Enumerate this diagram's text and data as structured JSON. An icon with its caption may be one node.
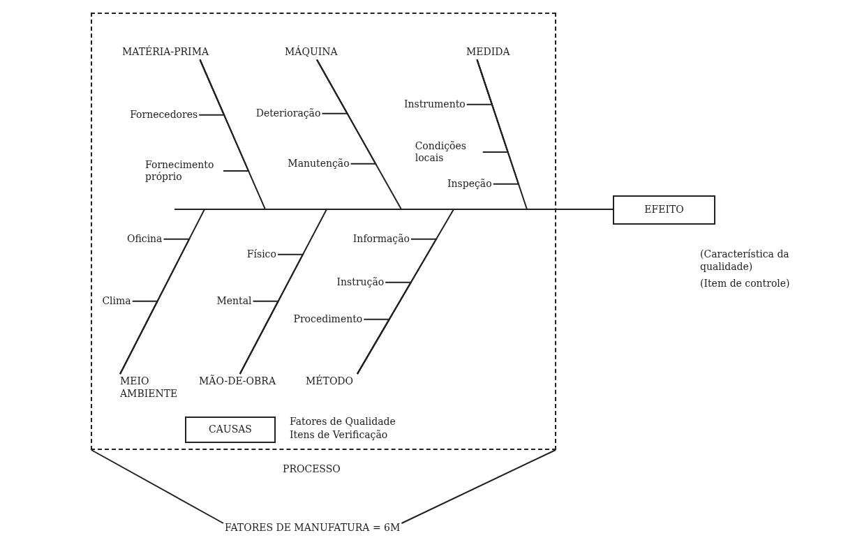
{
  "diagram": {
    "nodes": [
      {
        "text": [],
        "shape": "box"
      },
      {
        "text": [
          "MATÉRIA-PRIMA"
        ],
        "in": 0
      },
      {
        "text": [
          "MÁQUINA"
        ],
        "in": 0
      },
      {
        "text": [
          "MEDIDA"
        ],
        "in": 0
      },
      {
        "text": [
          "Fornecedores"
        ],
        "in": 0
      },
      {
        "text": [
          "Deterioração"
        ],
        "in": 0
      },
      {
        "text": [
          "Instrumento"
        ],
        "in": 0
      },
      {
        "text": [
          "Condições locais"
        ],
        "in": 0
      },
      {
        "text": [
          "Fornecimento próprio"
        ],
        "in": 0
      },
      {
        "text": [
          "Manutenção"
        ],
        "in": 0
      },
      {
        "text": [
          "Inspeção"
        ],
        "in": 0
      },
      {
        "text": [
          "EFEITO"
        ],
        "beside": [
          "(Característica da qualidade)",
          "(Item de controle)"
        ]
      },
      {
        "text": [
          "Oficina"
        ],
        "in": 0
      },
      {
        "text": [
          "Físico"
        ],
        "in": 0
      },
      {
        "text": [
          "Informação"
        ],
        "in": 0
      },
      {
        "text": [
          "Clima"
        ],
        "in": 0
      },
      {
        "text": [
          "Mental"
        ],
        "in": 0
      },
      {
        "text": [
          "Instrução"
        ],
        "in": 0
      },
      {
        "text": [
          "Procedimento"
        ],
        "in": 0
      },
      {
        "text": [
          "MEIO AMBIENTE"
        ],
        "in": 0
      },
      {
        "text": [
          "MÃO-DE-OBRA"
        ],
        "in": 0
      },
      {
        "text": [
          "MÉTODO"
        ],
        "in": 0
      },
      {
        "text": [
          "CAUSAS"
        ],
        "in": 0,
        "beside": [
          "Fatores de Qualidade",
          "Itens de Verificação"
        ]
      },
      {
        "text": [
          "FATORES DE MANUFATURA = 6M"
        ]
      }
    ],
    "edges": [
      {
        "from": 1,
        "to": 11,
        "arrow": "none"
      },
      {
        "from": 2,
        "to": 11,
        "arrow": "none"
      },
      {
        "from": 3,
        "to": 11,
        "arrow": "none"
      },
      {
        "from": 19,
        "to": 11,
        "arrow": "none"
      },
      {
        "from": 20,
        "to": 11,
        "arrow": "none"
      },
      {
        "from": 21,
        "to": 11,
        "arrow": "none"
      },
      {
        "from": 4,
        "to": 1,
        "arrow": "none"
      },
      {
        "from": 8,
        "to": 1,
        "arrow": "none"
      },
      {
        "from": 5,
        "to": 2,
        "arrow": "none"
      },
      {
        "from": 9,
        "to": 2,
        "arrow": "none"
      },
      {
        "from": 6,
        "to": 3,
        "arrow": "none"
      },
      {
        "from": 7,
        "to": 3,
        "arrow": "none"
      },
      {
        "from": 10,
        "to": 3,
        "arrow": "none"
      },
      {
        "from": 12,
        "to": 19,
        "arrow": "none"
      },
      {
        "from": 15,
        "to": 19,
        "arrow": "none"
      },
      {
        "from": 13,
        "to": 20,
        "arrow": "none"
      },
      {
        "from": 16,
        "to": 20,
        "arrow": "none"
      },
      {
        "from": 14,
        "to": 21,
        "arrow": "none"
      },
      {
        "from": 17,
        "to": 21,
        "arrow": "none"
      },
      {
        "from": 18,
        "to": 21,
        "arrow": "none"
      },
      {
        "from": 0,
        "to": 23,
        "arrow": "none"
      },
      {
        "from": 0,
        "to": 23,
        "arrow": "none"
      }
    ],
    "labels": [
      "PROCESSO"
    ]
  }
}
